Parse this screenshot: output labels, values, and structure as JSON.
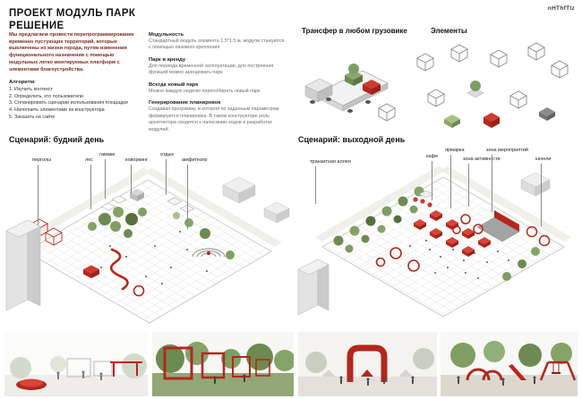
{
  "logo": "nHThfTlz",
  "header": {
    "title_line1": "ПРОЕКТ МОДУЛЬ ПАРК",
    "title_line2": "РЕШЕНИЕ"
  },
  "intro": "Мы предлагаем провести перепрограммирование временно пустующих территорий, которые выключены из жизни города, путем изменения функционального назначения с помощью модульных легко монтируемых платформ с элементами благоустройства.",
  "algorithm": {
    "title": "Алгоритм:",
    "items": [
      "1. Изучить контекст",
      "2. Определить, кто пользователи",
      "3. Спланировать сценарии использования площадки",
      "4. Наполнить элементами из конструктора",
      "5. Заказать на сайте"
    ]
  },
  "features": [
    {
      "title": "Модульность",
      "text": "Стандартный модуль элемента 1.5*1.5 м, модули стыкуются с помощью пазового крепления"
    },
    {
      "title": "Парк в аренду",
      "text": "Для периода временной эксплуатации, для построения функций можно арендовать парк"
    },
    {
      "title": "Всегда новый парк",
      "text": "Можно каждую неделю пересобирать новый парк"
    },
    {
      "title": "Генерирование планировок",
      "text": "Создавая программу, в которой по заданным параметрам формируется планировка. В таком конструкторе роль архитектора сводится к написанию кодов и разработке модулей."
    }
  ],
  "transfer_title": "Трансфер в любом грузовике",
  "elements_title": "Элементы",
  "weekday": {
    "title": "Сценарий: будний день",
    "labels": [
      "перголы",
      "лес",
      "гамаки",
      "коворкинг",
      "отдых",
      "амфитеатр"
    ]
  },
  "weekend": {
    "title": "Сценарий: выходной день",
    "labels": [
      "транзитная аллея",
      "кафе",
      "ярмарка",
      "зона активности",
      "зона мероприятий",
      "качели"
    ]
  },
  "colors": {
    "accent_red": "#b5271d",
    "intro_text_red": "#7b2a24",
    "tree_green": "#6d8a52"
  }
}
